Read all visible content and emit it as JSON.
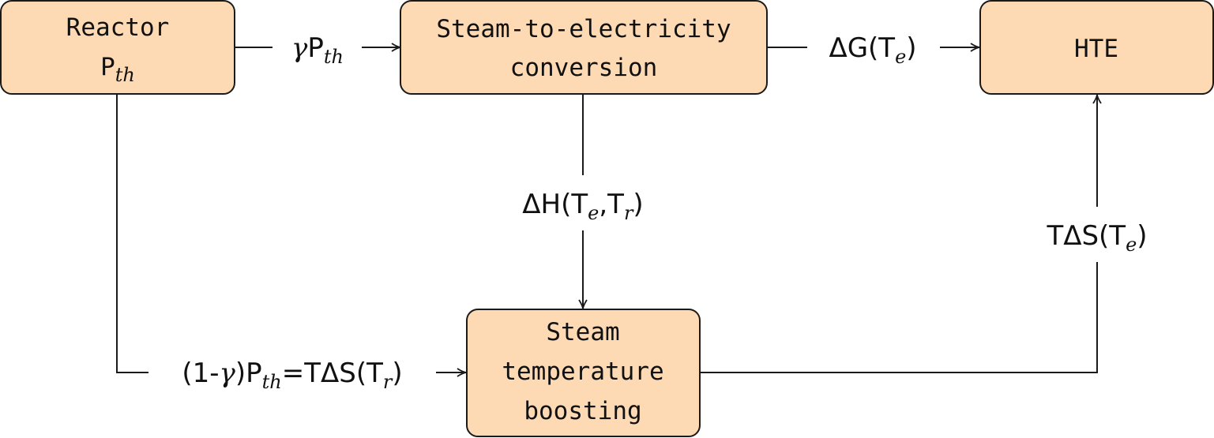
{
  "nodes": {
    "reactor": {
      "line1": "Reactor",
      "line2_main": "P",
      "line2_sub": "th"
    },
    "conversion": {
      "line1": "Steam-to-electricity",
      "line2": "conversion"
    },
    "hte": {
      "label": "HTE"
    },
    "boosting": {
      "line1": "Steam",
      "line2": "temperature",
      "line3": "boosting"
    }
  },
  "edges": {
    "reactor_to_conversion": {
      "sym": "γ",
      "main": "P",
      "sub": "th"
    },
    "conversion_to_hte": {
      "pre": "ΔG(T",
      "sub": "e",
      "post": ")"
    },
    "conversion_to_boosting": {
      "pre": "ΔH(T",
      "sub1": "e",
      "mid": ",T",
      "sub2": "r",
      "post": ")"
    },
    "boosting_to_hte": {
      "pre": "TΔS(T",
      "sub": "e",
      "post": ")"
    },
    "reactor_to_boosting": {
      "pre": "(1-",
      "sym": "γ",
      "mid": ")P",
      "sub1": "th",
      "mid2": "=TΔS(T",
      "sub2": "r",
      "post": ")"
    }
  },
  "colors": {
    "box_fill": "#fddab4",
    "stroke": "#1a1a1a"
  }
}
